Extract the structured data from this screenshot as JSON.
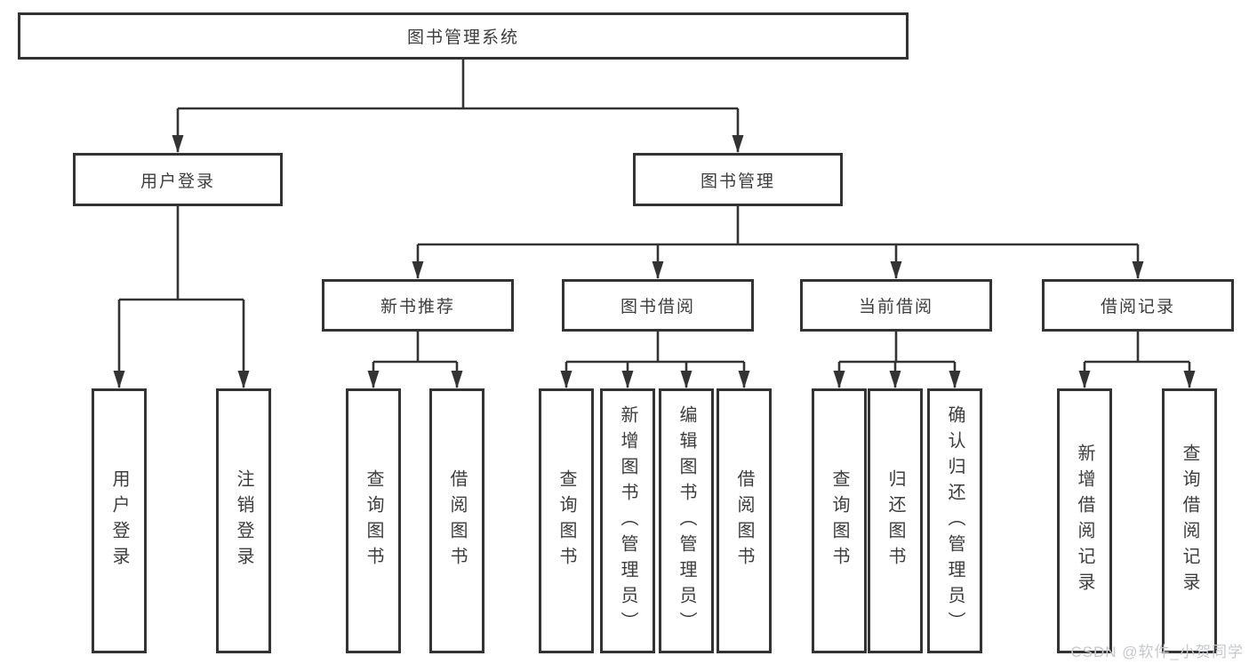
{
  "diagram": {
    "root_label": "图书管理系统",
    "user_section": {
      "label": "用户登录",
      "children": [
        "用户登录",
        "注销登录"
      ]
    },
    "management_section": {
      "label": "图书管理",
      "subsections": {
        "new_books": {
          "label": "新书推荐",
          "children": [
            "查询图书",
            "借阅图书"
          ]
        },
        "borrowing": {
          "label": "图书借阅",
          "children": [
            "查询图书",
            "新增图书（管理员）",
            "编辑图书（管理员）",
            "借阅图书"
          ]
        },
        "current": {
          "label": "当前借阅",
          "children": [
            "查询图书",
            "归还图书",
            "确认归还（管理员）"
          ]
        },
        "records": {
          "label": "借阅记录",
          "children": [
            "新增借阅记录",
            "查询借阅记录"
          ]
        }
      }
    }
  },
  "watermark": {
    "text": "CSDN @软件_小贺同学"
  },
  "colors": {
    "line": "#333333",
    "text": "#3d3d3d",
    "background": "#ffffff",
    "watermark": "#c5c8cd"
  }
}
